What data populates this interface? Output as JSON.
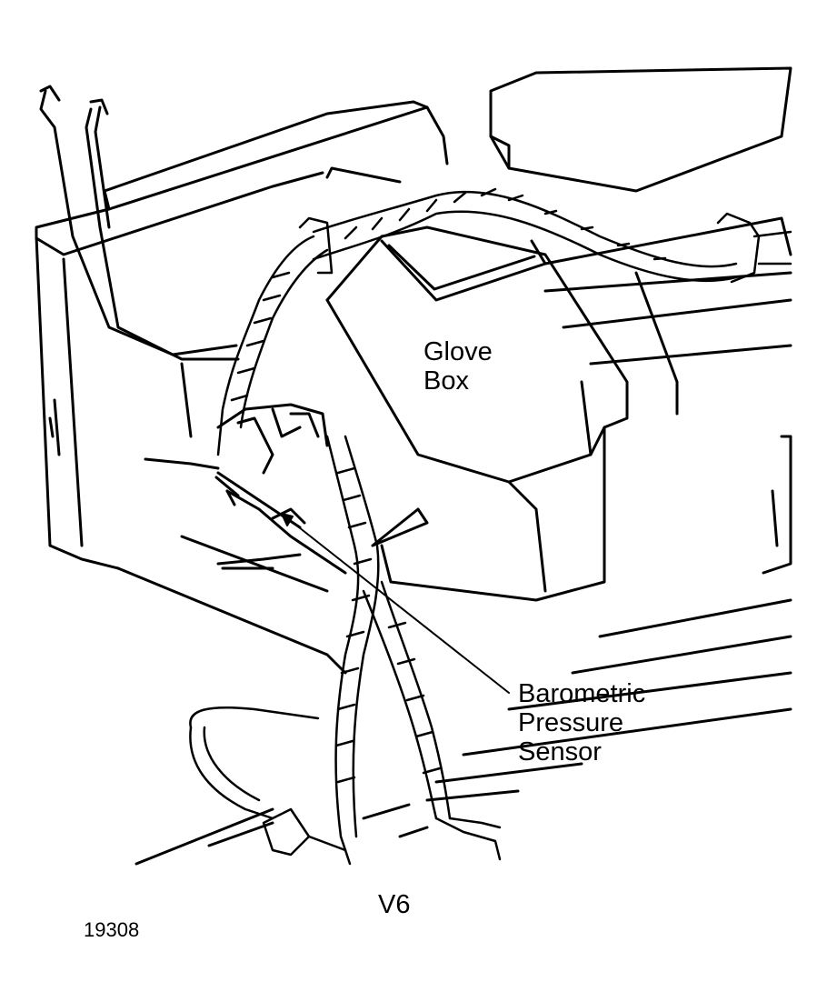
{
  "labels": {
    "glove_box": [
      "Glove",
      "Box"
    ],
    "barometric_sensor": [
      "Barometric",
      "Pressure",
      "Sensor"
    ],
    "engine": "V6",
    "figure_number": "19308"
  }
}
